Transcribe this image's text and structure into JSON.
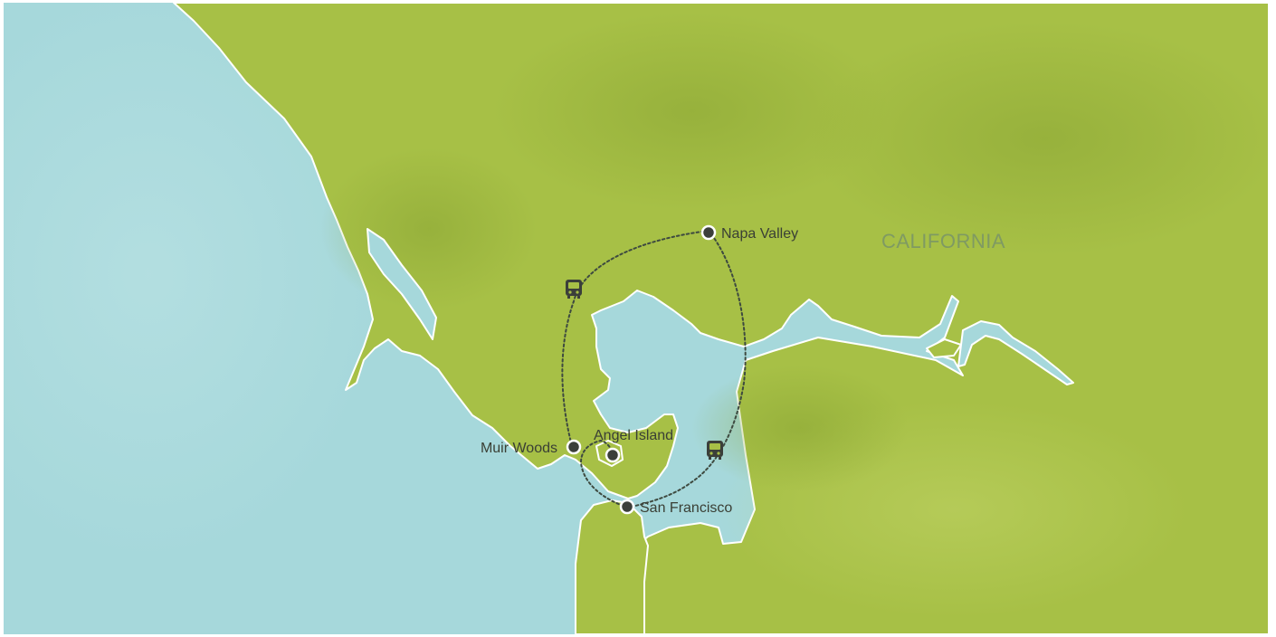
{
  "region_label": "CALIFORNIA",
  "colors": {
    "water": "#a6d8db",
    "land": "#a7c046",
    "land_dark": "#8ea83a",
    "marker": "#3b3f3a",
    "route": "#3e4a40",
    "region_text": "#7f9a62"
  },
  "stops": [
    {
      "label": "Napa Valley"
    },
    {
      "label": "Muir Woods"
    },
    {
      "label": "Angel Island"
    },
    {
      "label": "San Francisco"
    }
  ],
  "transport_icons": [
    "bus-icon",
    "bus-icon"
  ]
}
